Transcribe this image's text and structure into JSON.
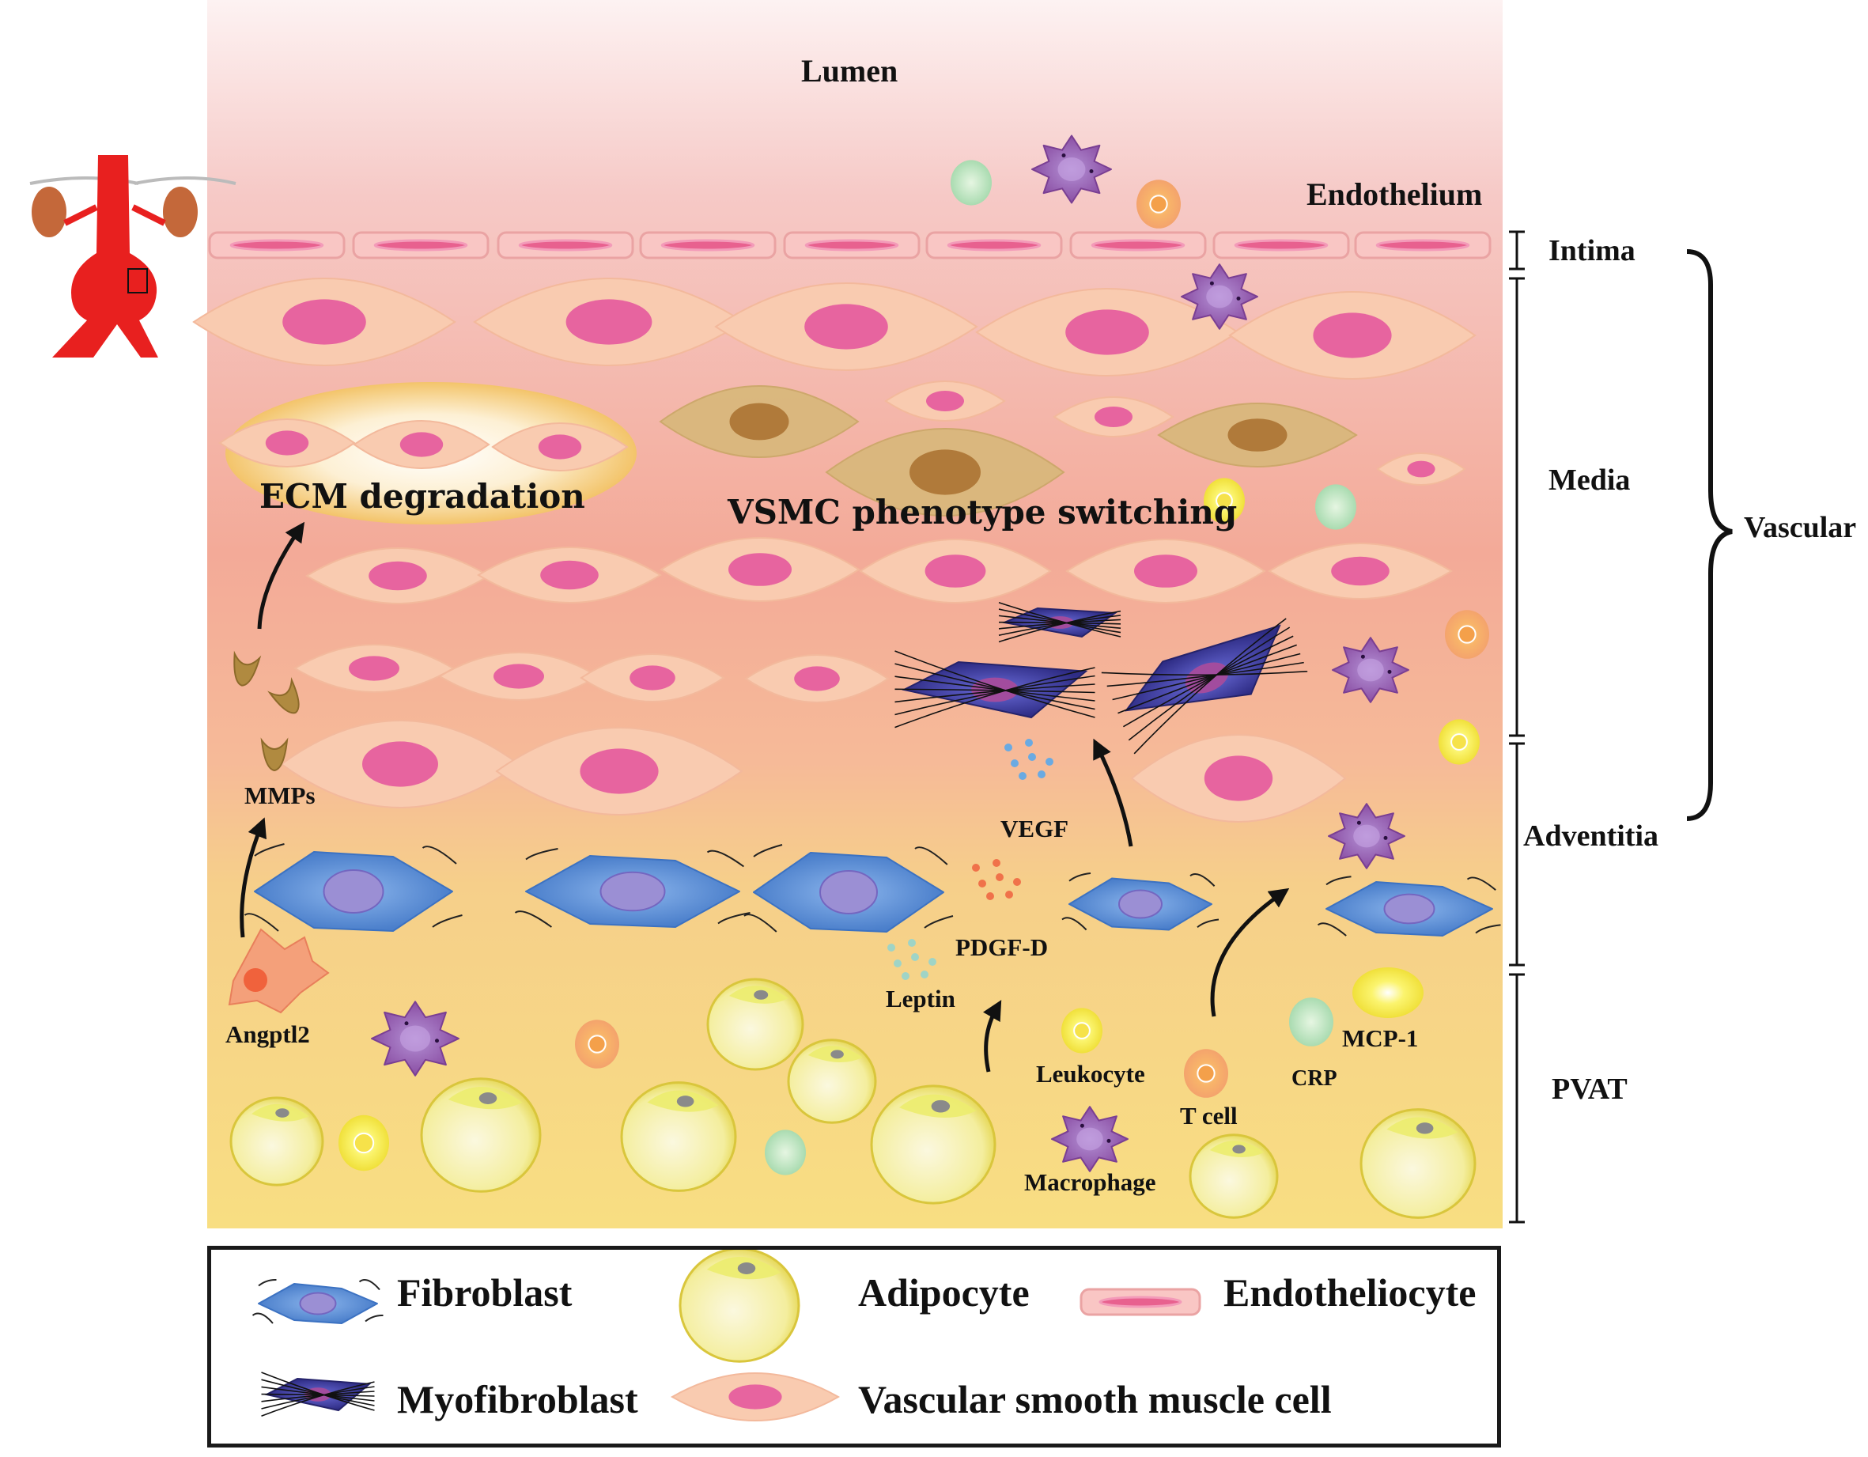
{
  "layers": {
    "lumen": "Lumen",
    "endothelium": "Endothelium",
    "intima": "Intima",
    "media": "Media",
    "adventitia": "Adventitia",
    "pvat": "PVAT",
    "vascular": "Vascular"
  },
  "processes": {
    "ecm_degradation": "ECM  degradation",
    "vsmc_switching": "VSMC phenotype switching"
  },
  "factors": {
    "mmps": "MMPs",
    "angptl2": "Angptl2",
    "vegf": "VEGF",
    "pdgf_d": "PDGF-D",
    "leptin": "Leptin",
    "leukocyte": "Leukocyte",
    "t_cell": "T cell",
    "crp": "CRP",
    "mcp_1": "MCP-1",
    "macrophage": "Macrophage"
  },
  "legend": {
    "fibroblast": "Fibroblast",
    "adipocyte": "Adipocyte",
    "endotheliocyte": "Endotheliocyte",
    "myofibroblast": "Myofibroblast",
    "vsmc": "Vascular smooth muscle cell"
  },
  "colors": {
    "vsmc_body": "#f9cbb0",
    "vsmc_nucleus": "#e7649f",
    "fibroblast": "#5a8fd6",
    "myofibroblast": "#3d3a9b",
    "adipocyte": "#f6ee9c",
    "macrophage": "#9a5fb0",
    "artery": "#e8201f",
    "kidney": "#c4683a"
  }
}
